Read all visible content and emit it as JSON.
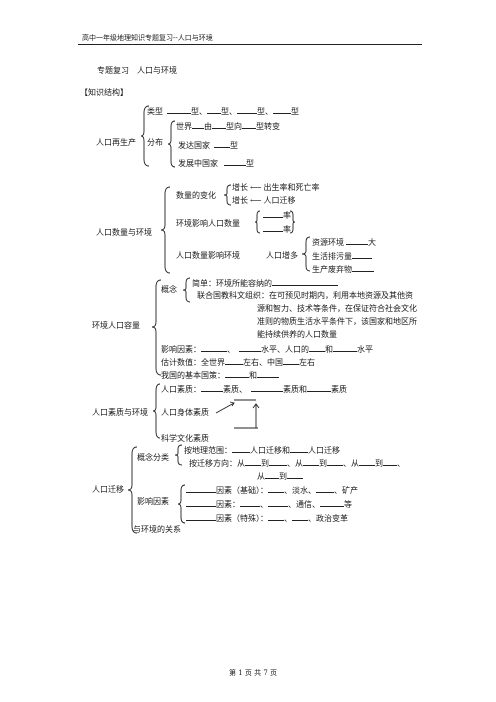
{
  "header": {
    "text": "高中一年级地理知识专题复习--人口与环境"
  },
  "doc_title": "专题复习　人口与环境",
  "section_heading": "【知识结构】",
  "part1": {
    "label": "人口再生产",
    "type_label": "类型",
    "type_word": "型、",
    "type_word_last": "型",
    "dist_label": "分布",
    "world_prefix": "世界",
    "world_from": "由",
    "world_mid": "型向",
    "world_end": "型转变",
    "developed": "发达国家",
    "developing": "发展中国家",
    "type_suffix": "型"
  },
  "part2": {
    "label": "人口数量与环境",
    "change_label": "数量的变化",
    "growth1": "增长",
    "factor1": "出生率和死亡率",
    "growth2": "增长",
    "factor2": "人口迁移",
    "env_affects": "环境影响人口数量",
    "rate": "率",
    "pop_affects": "人口数量影响环境",
    "pop_growth": "人口增多",
    "res_env": "资源环境",
    "big": "大",
    "pollution": "生活排污量",
    "waste": "生产废弃物"
  },
  "part3": {
    "label": "环境人口容量",
    "concept_label": "概念",
    "simple": "简单：环境所能容纳的",
    "un_line1": "联合国教科文组织：在可预见时期内，利用本地资源及其他资",
    "un_line2": "源和智力、技术等条件，在保证符合社会文化",
    "un_line3": "准则的物质生活水平条件下，该国家和地区所",
    "un_line4": "能持续供养的人口数量",
    "factors_label": "影响因素：",
    "sep": "、",
    "level": "水平、人口的",
    "and": "和",
    "level_end": "水平",
    "estimate_label": "估计数值：全世界",
    "estimate_mid": "左右、中国",
    "estimate_end": "左右",
    "policy_label": "我国的基本国策：",
    "policy_and": "和"
  },
  "part4": {
    "label": "人口素质与环境",
    "quality_label": "人口素质：",
    "quality_word": "素质、",
    "quality_and": "素质和",
    "quality_end": "素质",
    "physical": "人口身体素质",
    "cultural": "科学文化素质"
  },
  "part5": {
    "label": "人口迁移",
    "class_label": "概念分类",
    "by_scope": "按地理范围：",
    "scope_mid": "人口迁移和",
    "scope_end": "人口迁移",
    "by_direction": "按迁移方向：从",
    "to": "到",
    "from_again": "、从",
    "comma": "、",
    "from_last": "从",
    "factors_label": "影响因素",
    "basic": "因素（基础）：",
    "basic_mid": "、淡水、",
    "basic_end": "、矿产",
    "factor": "因素：",
    "factor_mid": "、通信、",
    "factor_end": "等",
    "special": "因素（特殊）：",
    "special_end": "、政治变革",
    "relation": "与环境的关系"
  },
  "footer": {
    "text": "第 1 页 共 7 页"
  }
}
